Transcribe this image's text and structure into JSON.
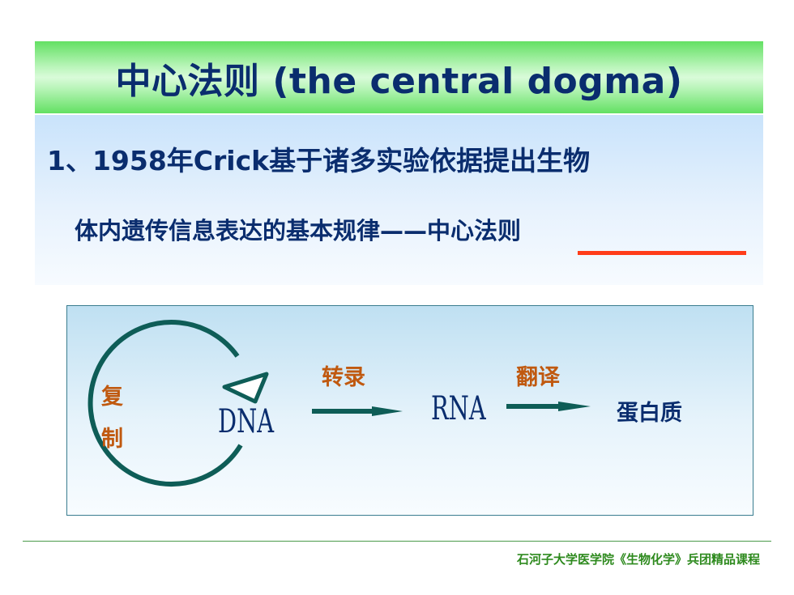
{
  "slide": {
    "title": "中心法则 (the central dogma)",
    "intro": {
      "line1": "1、1958年Crick基于诸多实验依据提出生物",
      "line2_prefix": "体内遗传信息表达的基本规律——",
      "line2_highlight": "中心法则"
    },
    "diagram": {
      "replication_char1": "复",
      "replication_char2": "制",
      "dna": "DNA",
      "transcription": "转录",
      "rna": "RNA",
      "translation": "翻译",
      "protein": "蛋白质"
    },
    "footer": "石河子大学医学院《生物化学》兵团精品课程"
  },
  "colors": {
    "title_text": "#0a2d6e",
    "title_bar": "#63e063",
    "accent_underline": "#ff3d1a",
    "diagram_stroke": "#0e5d57",
    "label_orange": "#c0590f",
    "footer_green": "#2e8a1e"
  }
}
